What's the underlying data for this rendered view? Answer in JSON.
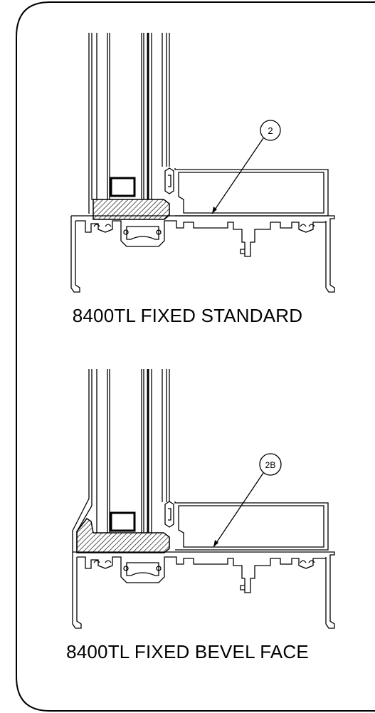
{
  "frame": {
    "stroke_color": "#000000",
    "background": "#ffffff"
  },
  "details": [
    {
      "caption": "8400TL FIXED STANDARD",
      "callout": "2"
    },
    {
      "caption": "8400TL FIXED BEVEL FACE",
      "callout": "2B"
    }
  ],
  "colors": {
    "line": "#000000",
    "hatch": "#000000"
  }
}
